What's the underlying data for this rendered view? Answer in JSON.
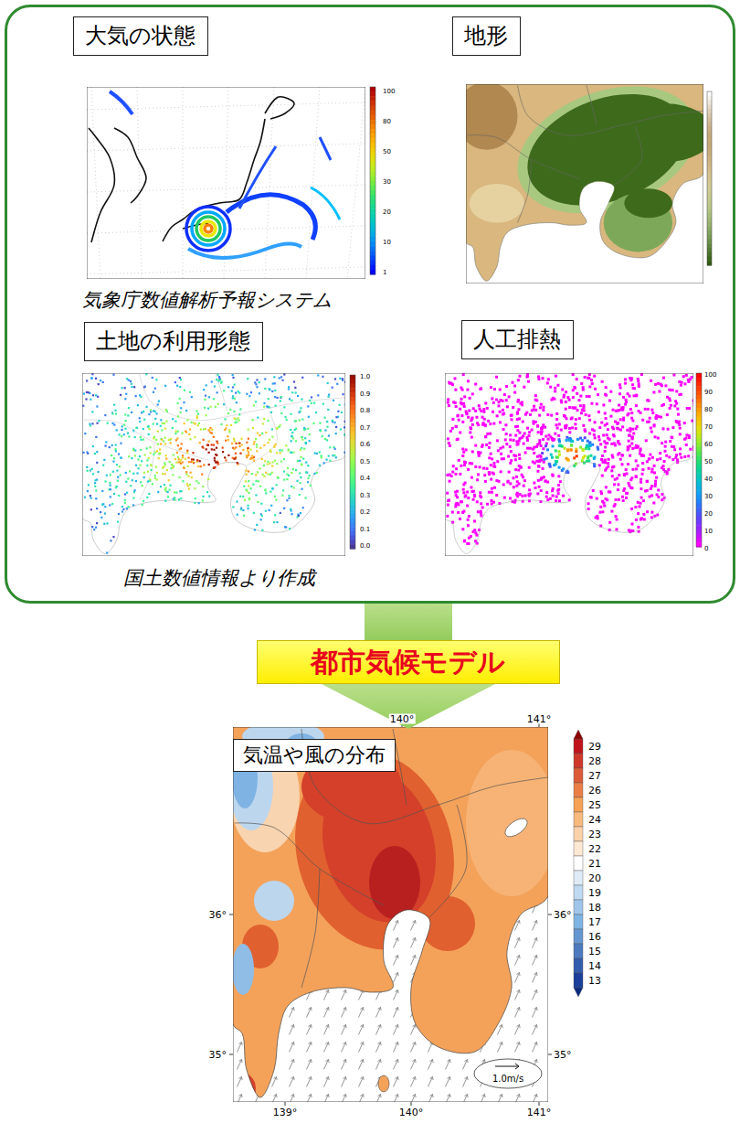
{
  "diagram": {
    "nodes": [
      {
        "text": [
          "気象庁数値解析予報システム",
          "国土数値情報より作成"
        ]
      },
      {
        "text": [
          "大気の状態"
        ],
        "in": 0
      },
      {
        "text": [
          "地形"
        ],
        "in": 0
      },
      {
        "text": [
          "土地の利用形態"
        ],
        "in": 0
      },
      {
        "text": [
          "人工排熱"
        ],
        "in": 0
      },
      {
        "text": [
          "都市気候モデル"
        ]
      },
      {
        "text": [
          "気温や風の分布"
        ]
      }
    ],
    "edges": [
      {
        "from": 0,
        "to": 5,
        "arrow": "none"
      },
      {
        "from": 5,
        "to": 6,
        "arrow": "to"
      }
    ],
    "labels": [
      "100",
      "80",
      "50",
      "30",
      "20",
      "10",
      "1",
      "1.0",
      "0.9",
      "0.8",
      "0.7",
      "0.6",
      "0.5",
      "0.4",
      "0.3",
      "0.2",
      "0.1",
      "0.0",
      "100",
      "90",
      "80",
      "70",
      "60",
      "50",
      "40",
      "30",
      "20",
      "10",
      "0",
      "140°",
      "141°",
      "36°",
      "36°",
      "35°",
      "35°",
      "139°",
      "140°",
      "141°",
      "1.0m/s",
      "29",
      "28",
      "27",
      "26",
      "25",
      "24",
      "23",
      "22",
      "21",
      "20",
      "19",
      "18",
      "17",
      "16",
      "15",
      "14",
      "13"
    ]
  }
}
